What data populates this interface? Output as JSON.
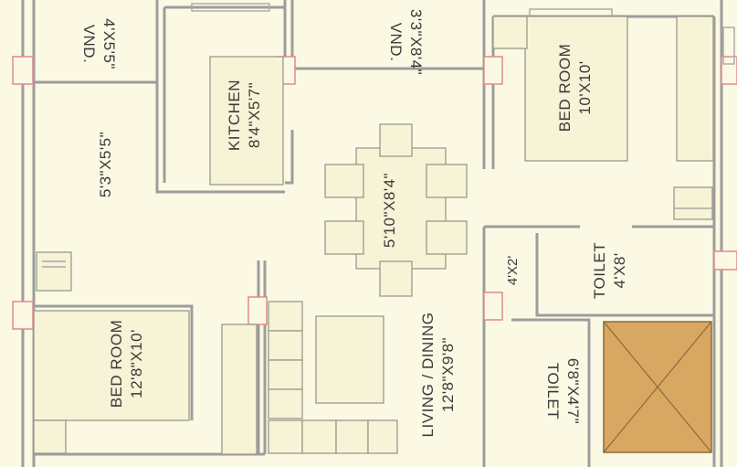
{
  "rooms": {
    "vnd_left": {
      "name": "VND.",
      "size": "4'X5'5\""
    },
    "vnd_top": {
      "name": "VND.",
      "size": "3'3\"X8'4\""
    },
    "kitchen": {
      "name": "KITCHEN",
      "size": "8'4\"X5'7\""
    },
    "bedroom_top": {
      "name": "BED ROOM",
      "size": "10'X10'"
    },
    "passage": {
      "size": "5'3\"X5'5\""
    },
    "dining": {
      "size": "5'10\"X8'4\""
    },
    "store": {
      "size": "4'X2'"
    },
    "toilet_top": {
      "name": "TOILET",
      "size": "4'X8'"
    },
    "bedroom_left": {
      "name": "BED ROOM",
      "size": "12'8\"X10'"
    },
    "living": {
      "name": "LIVING / DINING",
      "size": "12'8\"X9'8\""
    },
    "toilet_bottom": {
      "name": "TOILET",
      "size": "6'8\"X4'7\""
    }
  },
  "colors": {
    "floor": "#fbf9e4",
    "wall": "#9d9d9d",
    "column": "#e08a8a",
    "duct": "#d8a762"
  }
}
